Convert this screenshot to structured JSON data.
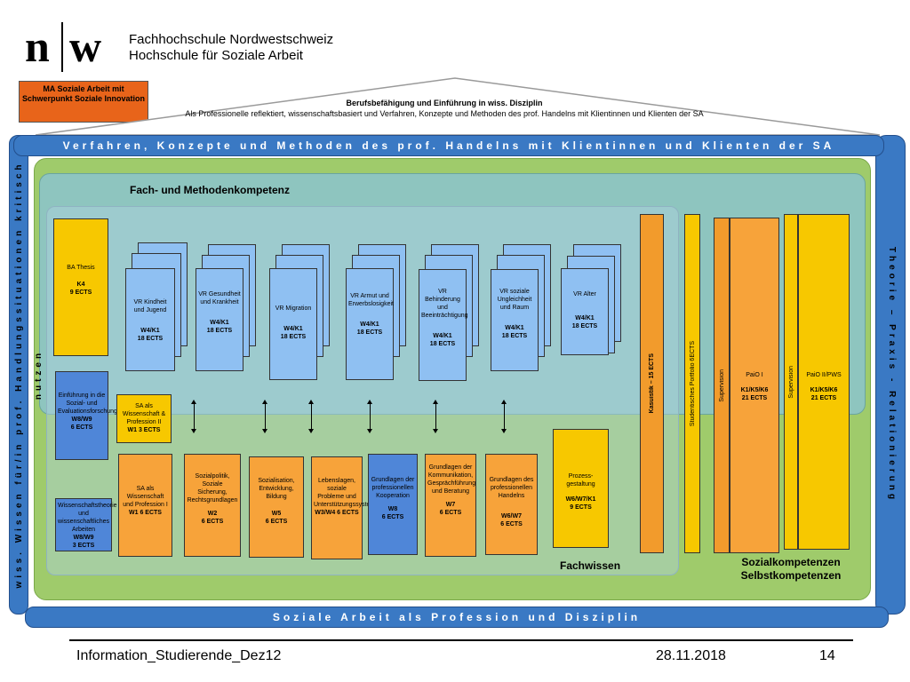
{
  "header": {
    "logo_mark": "n|w",
    "institution_line1": "Fachhochschule Nordwestschweiz",
    "institution_line2": "Hochschule für Soziale Arbeit"
  },
  "ma_box": "MA Soziale Arbeit mit Schwerpunkt Soziale Innovation",
  "roof": {
    "title": "Berufsbefähigung und Einführung in wiss. Disziplin",
    "subtitle": "Als Professionelle reflektiert, wissenschaftsbasiert und Verfahren, Konzepte und Methoden des prof. Handelns mit Klientinnen und Klienten der SA"
  },
  "bands": {
    "top": "Verfahren, Konzepte und Methoden des prof. Handelns mit Klientinnen und Klienten der SA",
    "bottom": "Soziale Arbeit als Profession und Disziplin",
    "left": "wiss. Wissen für/in prof. Handlungssituationen kritisch nutzen",
    "right": "Theorie – Praxis - Relationierung"
  },
  "sections": {
    "fach_methoden": "Fach- und Methodenkompetenz",
    "fachwissen": "Fachwissen",
    "sozial_line1": "Sozialkompetenzen",
    "sozial_line2": "Selbstkompetenzen"
  },
  "ba_thesis": {
    "title": "BA Thesis",
    "code": "K4",
    "ects": "9 ECTS"
  },
  "vr_modules": [
    {
      "title": "VR Kindheit und Jugend",
      "code": "W4/K1",
      "ects": "18 ECTS"
    },
    {
      "title": "VR Gesundheit und Krankheit",
      "code": "W4/K1",
      "ects": "18 ECTS"
    },
    {
      "title": "VR Migration",
      "code": "W4/K1",
      "ects": "18 ECTS"
    },
    {
      "title": "VR Armut und Erwerbslosigkeit",
      "code": "W4/K1",
      "ects": "18 ECTS"
    },
    {
      "title": "VR Behinderung und Beeinträchtigung",
      "code": "W4/K1",
      "ects": "18 ECTS"
    },
    {
      "title": "VR soziale Ungleichheit und Raum",
      "code": "W4/K1",
      "ects": "18  ECTS"
    },
    {
      "title": "VR Alter",
      "code": "W4/K1",
      "ects": "18 ECTS"
    }
  ],
  "einfuehrung": {
    "title": "Einführung in die Sozial- und Evaluationsforschung",
    "code": "W8/W9",
    "ects": "6 ECTS"
  },
  "sa_wissenschaft": {
    "title": "SA als Wissenschaft & Profession II",
    "code": "W1 3 ECTS"
  },
  "wissenschaftstheorie": {
    "title": "Wissenschaftstheorie und wissenschaftliches Arbeiten",
    "code": "W8/W9",
    "ects": "3 ECTS"
  },
  "bottom_modules": [
    {
      "title": "SA als Wissenschaft und Profession I",
      "code": "W1 6 ECTS",
      "ects": ""
    },
    {
      "title": "Sozialpolitik, Soziale Sicherung, Rechtsgrundlagen",
      "code": "W2",
      "ects": "6 ECTS"
    },
    {
      "title": "Sozialisation, Entwicklung, Bildung",
      "code": "W5",
      "ects": "6 ECTS"
    },
    {
      "title": "Lebenslagen, soziale Probleme und Unterstützungssysteme",
      "code": "W3/W4 6 ECTS",
      "ects": ""
    },
    {
      "title": "Grundlagen der professionellen Kooperation",
      "code": "W8",
      "ects": "6 ECTS"
    },
    {
      "title": "Grundlagen der Kommunikation, Gesprächführung und Beratung",
      "code": "W7",
      "ects": "6 ECTS"
    },
    {
      "title": "Grundlagen des professionellen Handelns",
      "code": "W6/W7",
      "ects": "6 ECTS"
    }
  ],
  "prozess": {
    "title": "Prozess-gestaltung",
    "code": "W6/W7/K1",
    "ects": "9 ECTS"
  },
  "columns": {
    "kasuistik": "Kasuistik – 15 ECTS",
    "portfolio": "Studentisches Portfolio  6ECTS",
    "supervision1": "Supervision",
    "paio1_title": "PaiO I",
    "paio1_code": "K1/K5/K6",
    "paio1_ects": "21 ECTS",
    "supervision2": "Supervision",
    "paio2_title": "PaiO II/PWS",
    "paio2_code": "K1/K5/K6",
    "paio2_ects": "21 ECTS"
  },
  "footer": {
    "left": "Information_Studierende_Dez12",
    "date": "28.11.2018",
    "page": "14"
  },
  "colors": {
    "band_blue": "#3a79c4",
    "green_area": "#9fcb6b",
    "teal_area": "#8ec5bf",
    "orange": "#f7a33a",
    "yellow": "#f7c800",
    "module_blue": "#4f86d8",
    "vr_light_blue": "#8fc0f2",
    "ma_orange": "#e8641a"
  }
}
